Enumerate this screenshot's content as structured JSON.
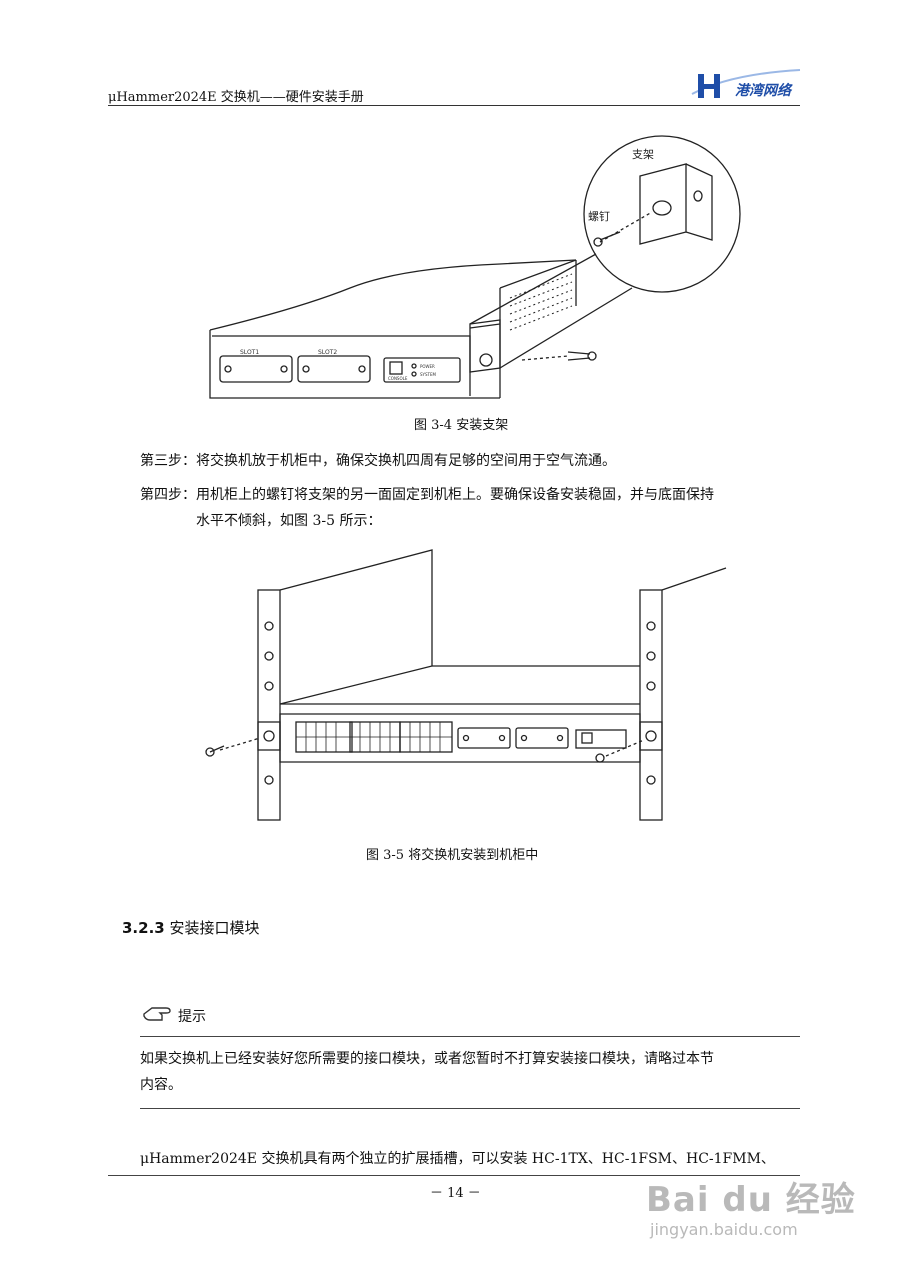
{
  "header": {
    "title": "μHammer2024E 交换机——硬件安装手册",
    "logo_text": "港湾网络"
  },
  "figure1": {
    "label_bracket": "支架",
    "label_screw": "螺钉",
    "panel_slot1": "SLOT1",
    "panel_slot2": "SLOT2",
    "panel_console": "CONSOLE",
    "panel_power": "POWER",
    "panel_system": "SYSTEM",
    "caption": "图 3-4  安装支架"
  },
  "steps": {
    "step3": "第三步：将交换机放于机柜中，确保交换机四周有足够的空间用于空气流通。",
    "step4_line1": "第四步：用机柜上的螺钉将支架的另一面固定到机柜上。要确保设备安装稳固，并与底面保持",
    "step4_line2": "水平不倾斜，如图 3-5 所示："
  },
  "figure2": {
    "caption": "图 3-5    将交换机安装到机柜中"
  },
  "section": {
    "number": "3.2.3",
    "title": "安装接口模块"
  },
  "note": {
    "label": "提示",
    "line1": "如果交换机上已经安装好您所需要的接口模块，或者您暂时不打算安装接口模块，请略过本节",
    "line2": "内容。"
  },
  "body_text": "μHammer2024E 交换机具有两个独立的扩展插槽，可以安装 HC-1TX、HC-1FSM、HC-1FMM、",
  "footer": {
    "page": "－ 14 －"
  },
  "watermark": {
    "brand": "Bai du 经验",
    "url": "jingyan.baidu.com"
  }
}
